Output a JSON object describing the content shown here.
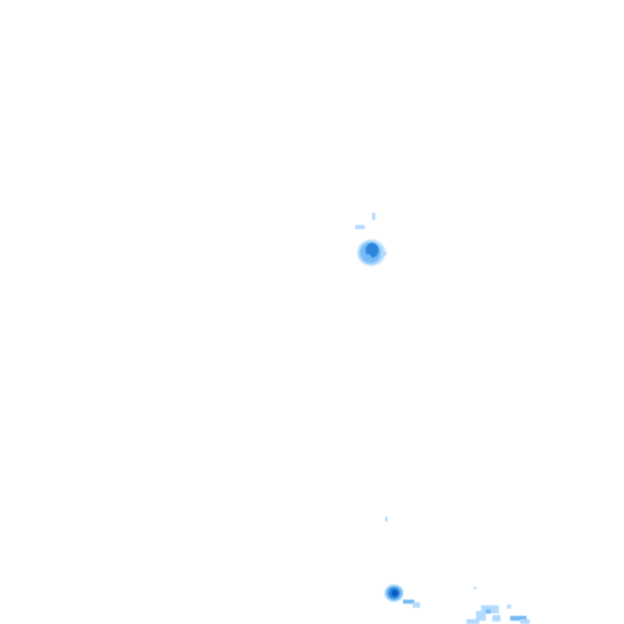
{
  "map": {
    "layer": "precipitation-radar-tile",
    "background_color": "#ffffff",
    "intensity_colors": {
      "light": "#b3dbff",
      "moderate": "#73bbf5",
      "heavy": "#2f86dc",
      "intense": "#0a5bc0"
    },
    "echoes": [
      {
        "id": "cell-north",
        "intensity": "heavy"
      },
      {
        "id": "cell-south",
        "intensity": "intense"
      },
      {
        "id": "cluster-southeast",
        "intensity": "light"
      }
    ]
  }
}
